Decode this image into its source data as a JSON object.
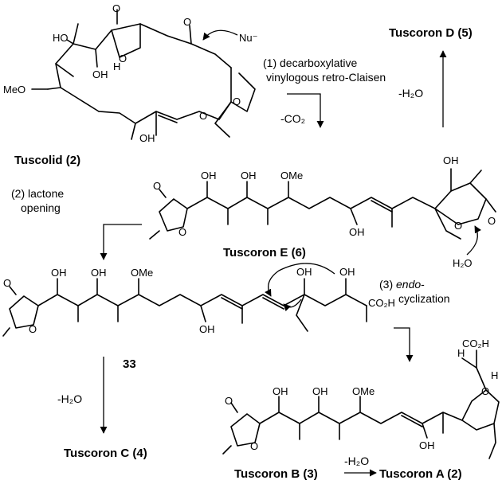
{
  "compounds": {
    "tuscolid": {
      "name": "Tuscolid",
      "num": "2"
    },
    "tuscoron_d": {
      "name": "Tuscoron D",
      "num": "5"
    },
    "tuscoron_e": {
      "name": "Tuscoron E",
      "num": "6"
    },
    "intermediate": {
      "num": "33"
    },
    "tuscoron_c": {
      "name": "Tuscoron C",
      "num": "4"
    },
    "tuscoron_b": {
      "name": "Tuscoron B",
      "num": "3"
    },
    "tuscoron_a": {
      "name": "Tuscoron A",
      "num": "2"
    }
  },
  "steps": {
    "step1": {
      "line1": "(1) decarboxylative",
      "line2": "vinylogous retro-Claisen"
    },
    "step1_loss": "-CO₂",
    "step_d_loss": "-H₂O",
    "step2": {
      "line1": "(2) lactone",
      "line2": "opening"
    },
    "step3": {
      "line1_prefix": "(3) ",
      "line1_italic": "endo",
      "line1_suffix": "-",
      "line2": "cyclization"
    },
    "step_c_loss": "-H₂O",
    "step_ba_loss": "-H₂O"
  },
  "atoms": {
    "nu": "Nu⁻",
    "o": "O",
    "oh": "OH",
    "ho": "HO",
    "h": "H",
    "meo": "MeO",
    "ome": "OMe",
    "co2h": "CO₂H",
    "h2o": "H₂O"
  }
}
